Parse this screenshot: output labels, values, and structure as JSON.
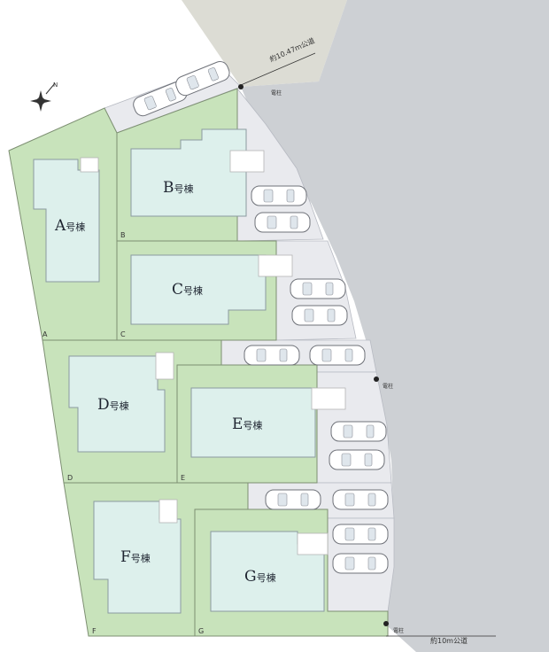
{
  "roads": {
    "north": "約10.47m公道",
    "south": "約10m公道"
  },
  "utility_pole_label": "電柱",
  "buildings": [
    {
      "id": "a",
      "letter": "A",
      "suffix": "号棟"
    },
    {
      "id": "b",
      "letter": "B",
      "suffix": "号棟"
    },
    {
      "id": "c",
      "letter": "C",
      "suffix": "号棟"
    },
    {
      "id": "d",
      "letter": "D",
      "suffix": "号棟"
    },
    {
      "id": "e",
      "letter": "E",
      "suffix": "号棟"
    },
    {
      "id": "f",
      "letter": "F",
      "suffix": "号棟"
    },
    {
      "id": "g",
      "letter": "G",
      "suffix": "号棟"
    }
  ],
  "lot_labels": {
    "a": "A",
    "b": "B",
    "c": "C",
    "d": "D",
    "e": "E",
    "f": "F",
    "g": "G"
  },
  "compass": {
    "icon": "compass-rose-icon",
    "north_mark": "N"
  }
}
